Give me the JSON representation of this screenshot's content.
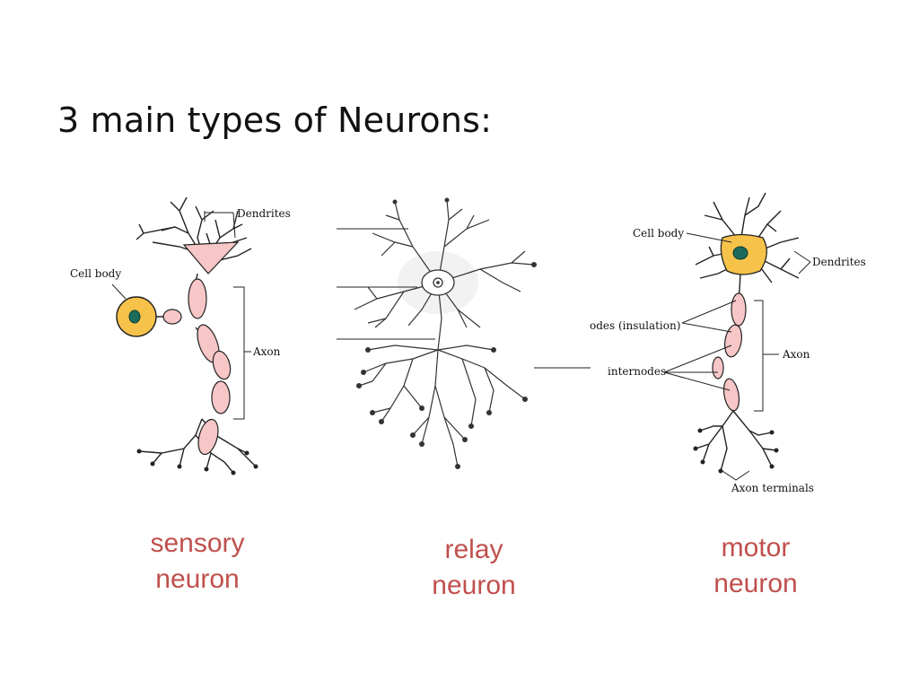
{
  "slide": {
    "title": "3 main types of Neurons:",
    "caption_color": "#c0504d"
  },
  "sensory": {
    "labels": {
      "dendrites": "Dendrites",
      "cell_body": "Cell body",
      "axon": "Axon"
    },
    "caption": {
      "line1": "sensory",
      "line2": "neuron"
    },
    "colors": {
      "myelin": "#f7c6c7",
      "cell_body": "#f6c24a",
      "nucleus": "#1d6b5a"
    }
  },
  "relay": {
    "caption": {
      "line1": "relay",
      "line2": "neuron"
    }
  },
  "motor": {
    "labels": {
      "cell_body": "Cell body",
      "dendrites": "Dendrites",
      "nodes": "odes (insulation)",
      "internodes": "internodes",
      "axon": "Axon",
      "axon_terminals": "Axon terminals"
    },
    "caption": {
      "line1": "motor",
      "line2": "neuron"
    },
    "colors": {
      "cell_body": "#f6c24a",
      "myelin": "#f7c6c7",
      "nucleus": "#1d6b5a"
    }
  }
}
